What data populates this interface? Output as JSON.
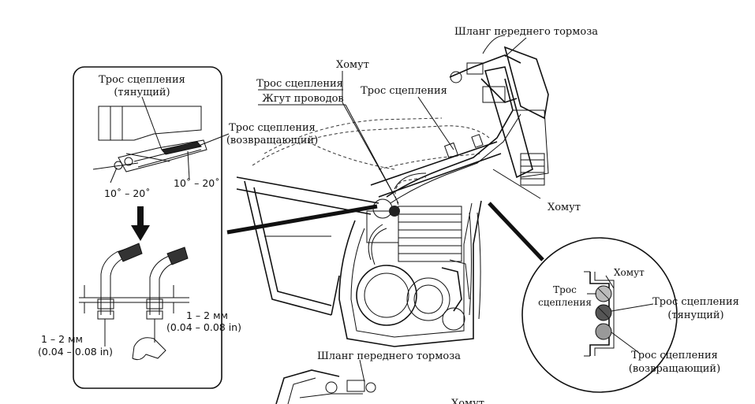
{
  "labels": {
    "front_brake_hose_top": "Шланг переднего тормоза",
    "clamp_top": "Хомут",
    "clutch_cable_stack": "Трос сцепления",
    "wire_harness": "Жгут проводов",
    "clutch_cable_mid": "Трос сцепления",
    "clamp_right": "Хомут",
    "inset_pull_line1": "Трос сцепления",
    "inset_pull_line2": "(тянущий)",
    "inset_return_line1": "Трос сцепления",
    "inset_return_line2": "(возвращающий)",
    "angle_left": "10˚ – 20˚",
    "angle_right": "10˚ – 20˚",
    "gap_right_mm": "1 – 2 мм",
    "gap_right_in": "(0.04 – 0.08 in)",
    "gap_left_mm": "1 – 2 мм",
    "gap_left_in": "(0.04 – 0.08 in)",
    "circle_clamp": "Хомут",
    "circle_cable_line1": "Трос",
    "circle_cable_line2": "сцепления",
    "circle_pull_line1": "Трос сцепления",
    "circle_pull_line2": "(тянущий)",
    "circle_return_line1": "Трос сцепления",
    "circle_return_line2": "(возвращающий)",
    "front_brake_hose_bottom": "Шланг переднего тормоза",
    "clamp_bottom": "Хомут"
  }
}
